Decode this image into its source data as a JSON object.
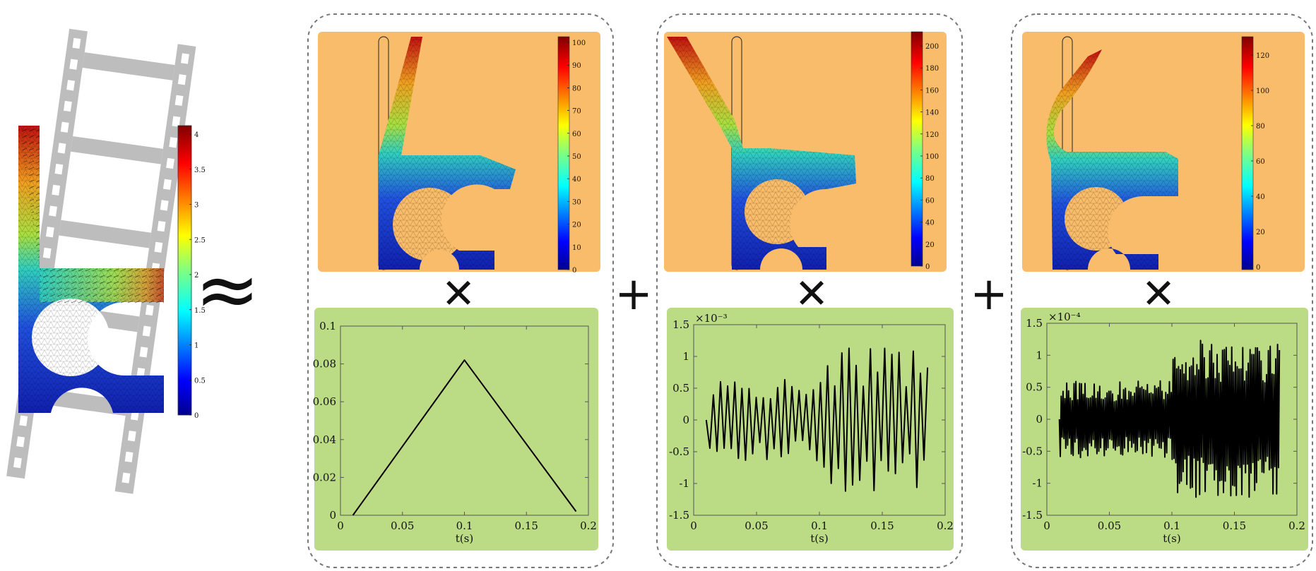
{
  "operators": {
    "approx": "≈",
    "plus": "+",
    "times": "✕"
  },
  "left_snapshot": {
    "colorbar_ticks": [
      "0",
      "0.5",
      "1",
      "1.5",
      "2",
      "2.5",
      "3",
      "3.5",
      "4"
    ],
    "film_strip_icon": "film-strip-icon"
  },
  "modes": [
    {
      "colorbar_ticks": [
        "0",
        "10",
        "20",
        "30",
        "40",
        "50",
        "60",
        "70",
        "80",
        "90",
        "100"
      ],
      "chart_data": {
        "type": "line",
        "xlabel": "t(s)",
        "ylabel": "",
        "xlim": [
          0,
          0.2
        ],
        "ylim": [
          0,
          0.1
        ],
        "x_ticks": [
          "0",
          "0.05",
          "0.1",
          "0.15",
          "0.2"
        ],
        "y_ticks": [
          "0",
          "0.02",
          "0.04",
          "0.06",
          "0.08",
          "0.1"
        ],
        "exponent": "",
        "series": [
          {
            "x": [
              0.01,
              0.1,
              0.19
            ],
            "values": [
              0,
              0.082,
              0.002
            ]
          }
        ]
      }
    },
    {
      "colorbar_ticks": [
        "0",
        "20",
        "40",
        "60",
        "80",
        "100",
        "120",
        "140",
        "160",
        "180",
        "200"
      ],
      "chart_data": {
        "type": "line",
        "xlabel": "t(s)",
        "ylabel": "",
        "xlim": [
          0,
          0.2
        ],
        "ylim": [
          -1.5,
          1.5
        ],
        "x_ticks": [
          "0",
          "0.05",
          "0.1",
          "0.15",
          "0.2"
        ],
        "y_ticks": [
          "-1.5",
          "-1",
          "-0.5",
          "0",
          "0.5",
          "1",
          "1.5"
        ],
        "exponent": "×10⁻³",
        "series": [
          {
            "x_range": [
              0.01,
              0.186
            ],
            "split_t": 0.1,
            "amp_before": 0.65,
            "amp_after": 1.15,
            "samples": 62
          }
        ]
      }
    },
    {
      "colorbar_ticks": [
        "0",
        "20",
        "40",
        "60",
        "80",
        "100",
        "120"
      ],
      "chart_data": {
        "type": "line",
        "xlabel": "t(s)",
        "ylabel": "",
        "xlim": [
          0,
          0.2
        ],
        "ylim": [
          -1.5,
          1.5
        ],
        "x_ticks": [
          "0",
          "0.05",
          "0.1",
          "0.15",
          "0.2"
        ],
        "y_ticks": [
          "-1.5",
          "-1",
          "-0.5",
          "0",
          "0.5",
          "1",
          "1.5"
        ],
        "exponent": "×10⁻⁴",
        "series": [
          {
            "x_range": [
              0.01,
              0.186
            ],
            "split_t": 0.1,
            "amp_before": 0.6,
            "amp_after": 1.25,
            "samples": 240
          }
        ]
      }
    }
  ],
  "colors": {
    "mode_background": "#f9bc6a",
    "signal_background": "#bcdb85",
    "film_gray": "#bdbdbd",
    "dashed_border": "#777777"
  }
}
